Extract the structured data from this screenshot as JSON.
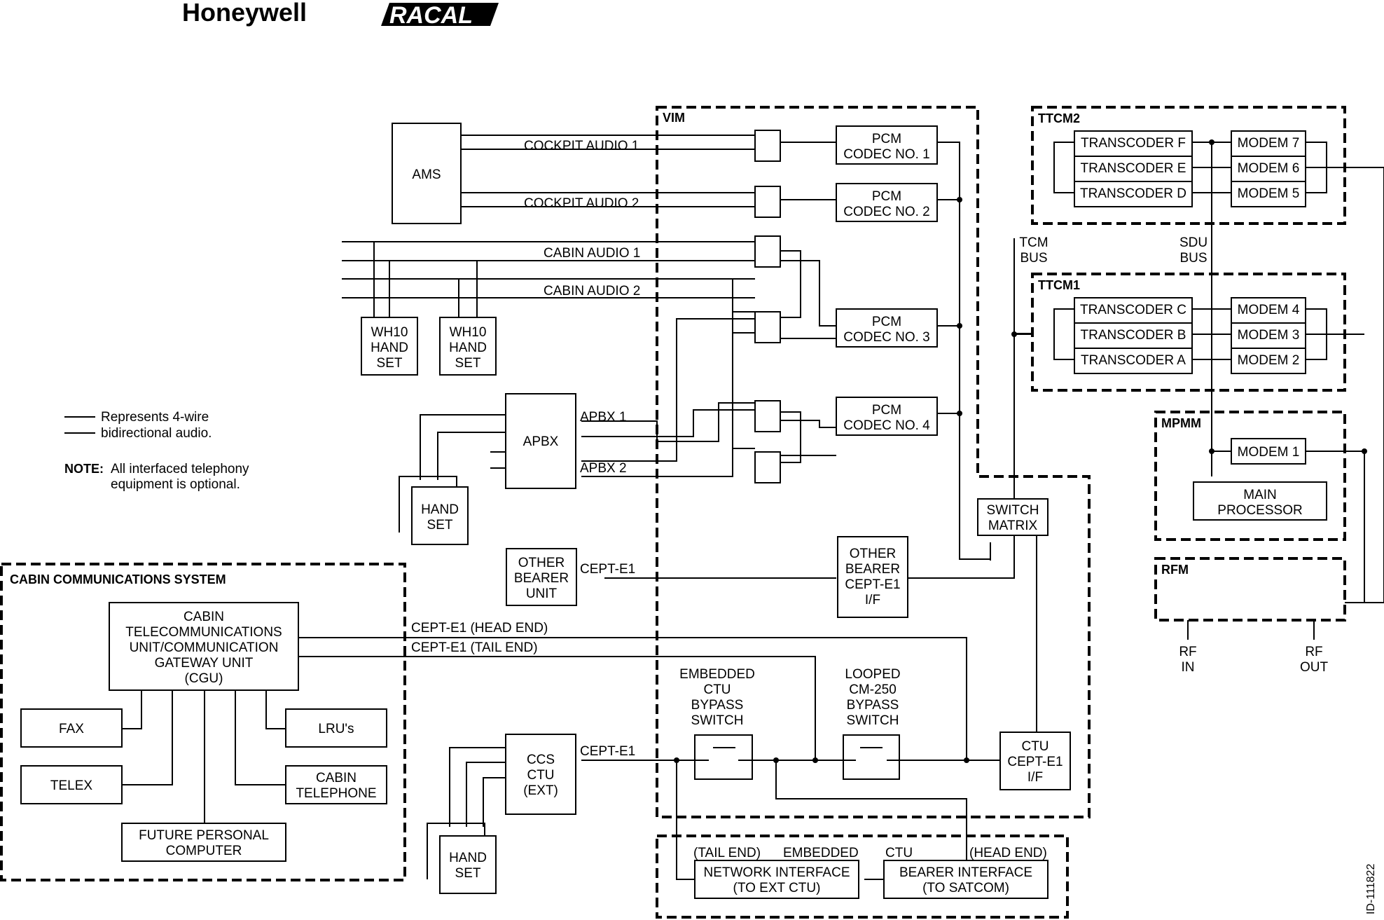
{
  "brand": {
    "honeywell": "Honeywell",
    "racal": "RACAL"
  },
  "groups": {
    "vim": "VIM",
    "ttcm2": "TTCM2",
    "ttcm1": "TTCM1",
    "mpmm": "MPMM",
    "rfm": "RFM",
    "ccs": "CABIN COMMUNICATIONS SYSTEM"
  },
  "boxes": {
    "ams": "AMS",
    "codec1": [
      "PCM",
      "CODEC NO. 1"
    ],
    "codec2": [
      "PCM",
      "CODEC NO. 2"
    ],
    "codec3": [
      "PCM",
      "CODEC NO. 3"
    ],
    "codec4": [
      "PCM",
      "CODEC NO. 4"
    ],
    "wh10_a": [
      "WH10",
      "HAND",
      "SET"
    ],
    "wh10_b": [
      "WH10",
      "HAND",
      "SET"
    ],
    "apbx": "APBX",
    "handset_apbx": [
      "HAND",
      "SET"
    ],
    "handset_ccs": [
      "HAND",
      "SET"
    ],
    "other_bearer_unit": [
      "OTHER",
      "BEARER",
      "UNIT"
    ],
    "other_bearer_if": [
      "OTHER",
      "BEARER",
      "CEPT-E1",
      "I/F"
    ],
    "switch_matrix": [
      "SWITCH",
      "MATRIX"
    ],
    "ctu_if": [
      "CTU",
      "CEPT-E1",
      "I/F"
    ],
    "ccs_ctu": [
      "CCS",
      "CTU",
      "(EXT)"
    ],
    "cgu": [
      "CABIN",
      "TELECOMMUNICATIONS",
      "UNIT/COMMUNICATION",
      "GATEWAY UNIT",
      "(CGU)"
    ],
    "fax": "FAX",
    "lrus": "LRU's",
    "telex": "TELEX",
    "cabin_telephone": [
      "CABIN",
      "TELEPHONE"
    ],
    "future_pc": [
      "FUTURE PERSONAL",
      "COMPUTER"
    ],
    "network_if": [
      "NETWORK INTERFACE",
      "(TO EXT CTU)"
    ],
    "bearer_if": [
      "BEARER INTERFACE",
      "(TO SATCOM)"
    ],
    "transcoders": [
      "TRANSCODER F",
      "TRANSCODER E",
      "TRANSCODER D",
      "TRANSCODER C",
      "TRANSCODER B",
      "TRANSCODER A"
    ],
    "modems": [
      "MODEM 7",
      "MODEM 6",
      "MODEM 5",
      "MODEM 4",
      "MODEM 3",
      "MODEM 2",
      "MODEM 1"
    ],
    "main_processor": [
      "MAIN",
      "PROCESSOR"
    ]
  },
  "labels": {
    "cockpit_audio_1": "COCKPIT AUDIO 1",
    "cockpit_audio_2": "COCKPIT AUDIO 2",
    "cabin_audio_1": "CABIN AUDIO 1",
    "cabin_audio_2": "CABIN AUDIO 2",
    "apbx_1": "APBX 1",
    "apbx_2": "APBX 2",
    "cept_e1_other": "CEPT-E1",
    "cept_e1_head": "CEPT-E1 (HEAD END)",
    "cept_e1_tail": "CEPT-E1 (TAIL END)",
    "cept_e1_ccs": "CEPT-E1",
    "tcm_bus": [
      "TCM",
      "BUS"
    ],
    "sdu_bus": [
      "SDU",
      "BUS"
    ],
    "embedded_ctu_bypass": [
      "EMBEDDED",
      "CTU",
      "BYPASS",
      "SWITCH"
    ],
    "looped_cm250_bypass": [
      "LOOPED",
      "CM-250",
      "BYPASS",
      "SWITCH"
    ],
    "tail_end": "(TAIL END)",
    "embedded": "EMBEDDED",
    "ctu": "CTU",
    "head_end": "(HEAD END)",
    "rf_in": [
      "RF",
      "IN"
    ],
    "rf_out": [
      "RF",
      "OUT"
    ],
    "figure_id": "ID-111822"
  },
  "legend": {
    "line1": "Represents 4-wire",
    "line2": "bidirectional audio.",
    "note_label": "NOTE:",
    "note_line1": "All interfaced telephony",
    "note_line2": "equipment is optional."
  }
}
